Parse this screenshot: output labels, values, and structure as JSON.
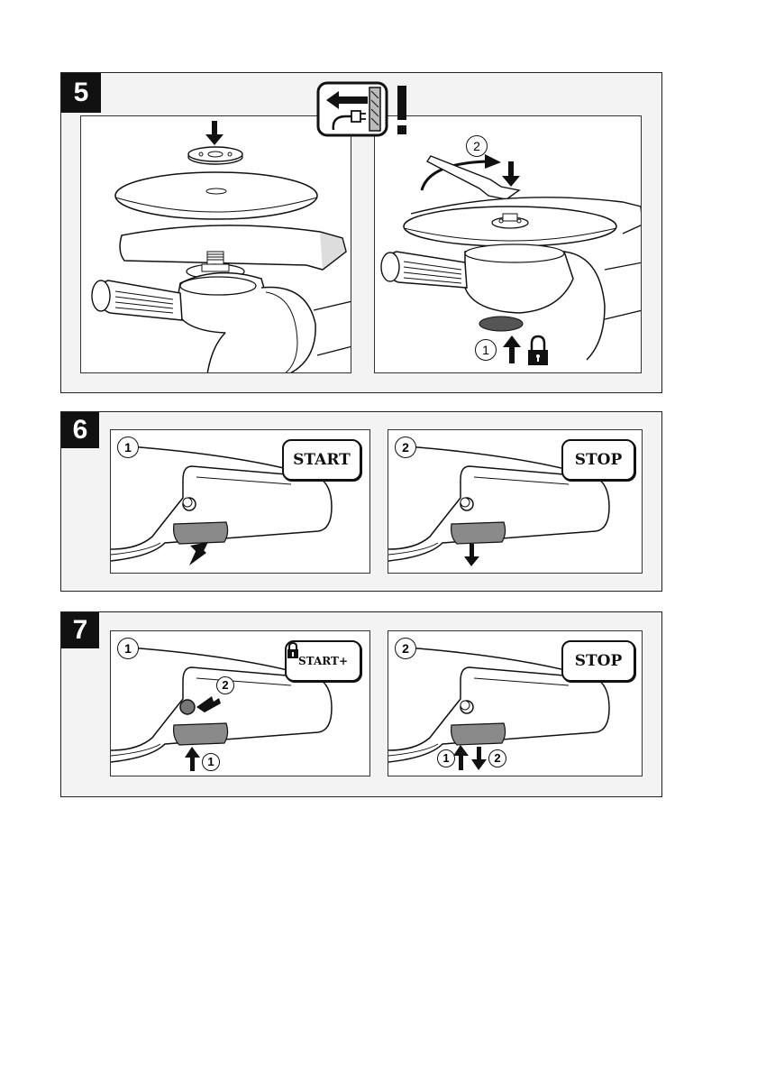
{
  "sections": [
    {
      "number": "5",
      "panels": [
        {
          "callouts": []
        },
        {
          "callouts": [
            "2",
            "1"
          ]
        }
      ]
    },
    {
      "number": "6",
      "panels": [
        {
          "step": "1",
          "button": "START"
        },
        {
          "step": "2",
          "button": "STOP"
        }
      ]
    },
    {
      "number": "7",
      "panels": [
        {
          "step": "1",
          "button": "START+",
          "callouts": [
            "2",
            "1"
          ]
        },
        {
          "step": "2",
          "button": "STOP",
          "callouts": [
            "1",
            "2"
          ]
        }
      ]
    }
  ],
  "icons": {
    "unplug_warning": "unplug-warning-icon",
    "lock": "lock-icon",
    "arrow": "arrow-icon"
  },
  "colors": {
    "ink": "#111111",
    "trigger": "#8a8a8a",
    "section_bg": "#f3f3f3"
  }
}
